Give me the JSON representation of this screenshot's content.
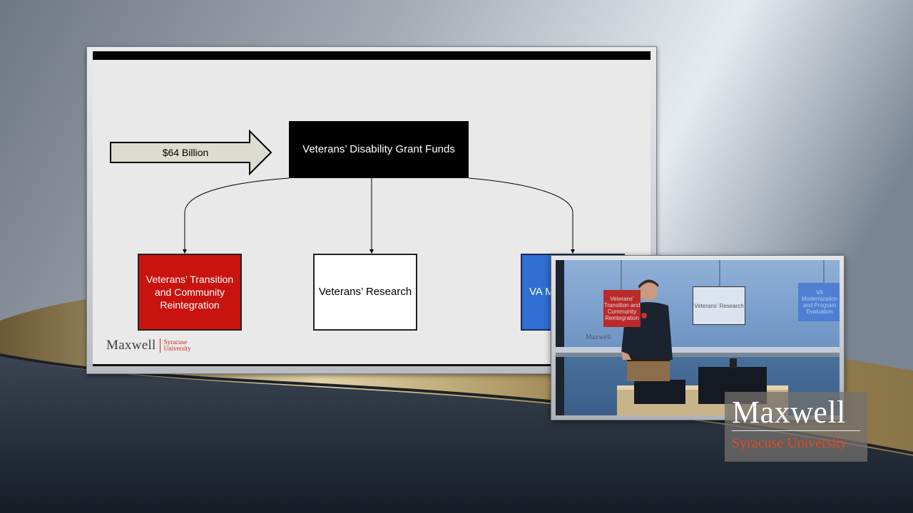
{
  "slide": {
    "arrow_label": "$64 Billion",
    "funds_box": "Veterans’ Disability Grant Funds",
    "boxes": [
      {
        "label": "Veterans’ Transition and Community Reintegration",
        "color": "#c8130f"
      },
      {
        "label": "Veterans’ Research",
        "color": "#ffffff"
      },
      {
        "label": "VA M… an… E…",
        "color": "#2f6ed2"
      }
    ],
    "logo": {
      "word": "Maxwell",
      "university": "Syracuse University"
    }
  },
  "camera": {
    "boxes": [
      {
        "label": "Veterans’ Transition and Community Reintegration"
      },
      {
        "label": "Veterans’ Research"
      },
      {
        "label": "VA Modernization and Program Evaluation"
      }
    ],
    "logo": "Maxwell"
  },
  "watermark": {
    "word": "Maxwell",
    "university": "Syracuse University",
    "accent": "#e04a2a"
  }
}
